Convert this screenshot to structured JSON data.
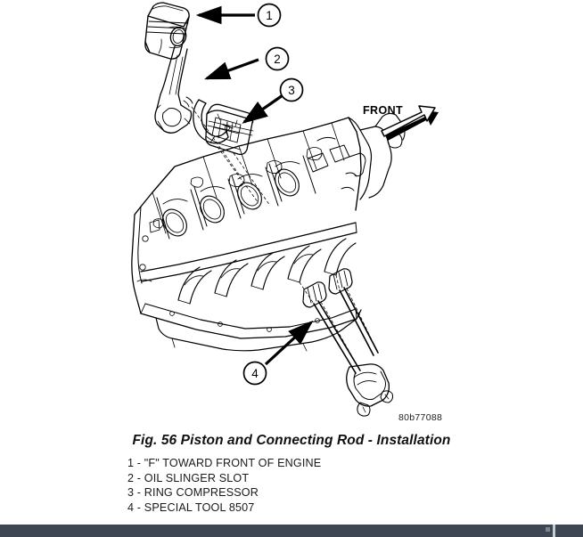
{
  "figure": {
    "caption": "Fig. 56 Piston and Connecting Rod - Installation",
    "part_number": "80b77088",
    "front_label": "FRONT",
    "callouts": [
      {
        "number": "1",
        "label": "\"F\" TOWARD FRONT OF ENGINE"
      },
      {
        "number": "2",
        "label": "OIL SLINGER SLOT"
      },
      {
        "number": "3",
        "label": "RING COMPRESSOR"
      },
      {
        "number": "4",
        "label": "SPECIAL TOOL 8507"
      }
    ],
    "legend": [
      "1 - \"F\" TOWARD FRONT OF ENGINE",
      "2 - OIL SLINGER SLOT",
      "3 - RING COMPRESSOR",
      "4 - SPECIAL TOOL 8507"
    ]
  },
  "colors": {
    "line": "#000000",
    "background": "#ffffff",
    "bottom_bar": "#3e4654",
    "bottom_bar_divider": "#c7cbd2"
  }
}
